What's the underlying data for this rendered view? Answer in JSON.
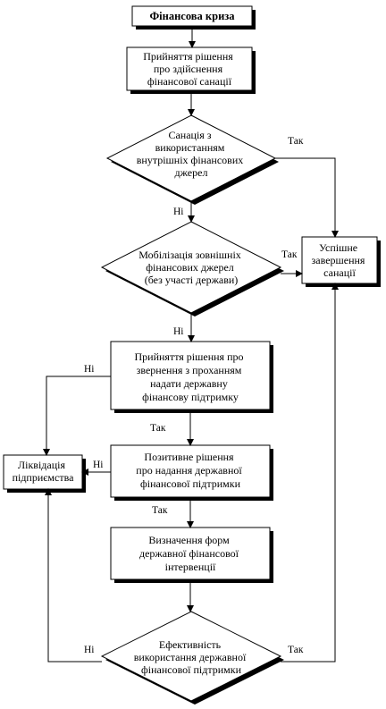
{
  "nodes": {
    "start": "Фінансова криза",
    "decision_sanation": [
      "Прийняття рішення",
      "про здійснення",
      "фінансової санації"
    ],
    "internal_sources": [
      "Санація з",
      "використанням",
      "внутрішніх фінансових",
      "джерел"
    ],
    "success": [
      "Успішне",
      "завершення",
      "санації"
    ],
    "external_sources": [
      "Мобілізація зовнішніх",
      "фінансових джерел",
      "(без участі держави)"
    ],
    "appeal_state": [
      "Прийняття рішення про",
      "звернення з проханням",
      "надати державну",
      "фінансову підтримку"
    ],
    "liquidation": [
      "Ліквідація",
      "підприємства"
    ],
    "positive_decision": [
      "Позитивне рішення",
      "про надання державної",
      "фінансової підтримки"
    ],
    "forms_intervention": [
      "Визначення форм",
      "державної фінансової",
      "інтервенції"
    ],
    "efficiency": [
      "Ефективність",
      "використання державної",
      "фінансової підтримки"
    ]
  },
  "edge_labels": {
    "yes": "Так",
    "no": "Ні"
  }
}
